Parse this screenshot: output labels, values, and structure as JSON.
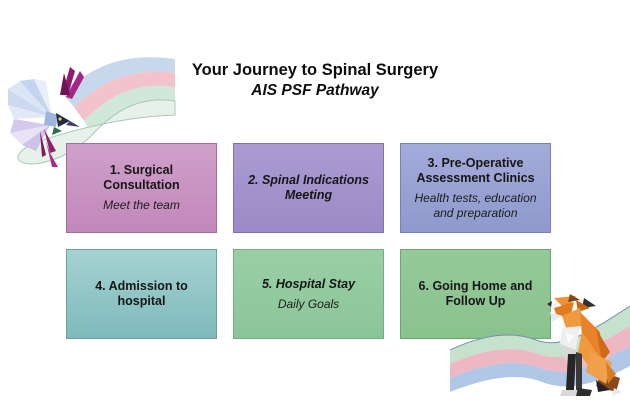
{
  "page": {
    "background": "#ffffff"
  },
  "title": {
    "line1": "Your Journey to Spinal Surgery",
    "line2": "AIS PSF Pathway"
  },
  "boxes": [
    {
      "title": "1. Surgical Consultation",
      "subtitle": "Meet the team",
      "title_italic": false,
      "color_top": "#d0a0cb",
      "color_bottom": "#c287ba",
      "border": "#a06f9b"
    },
    {
      "title": "2. Spinal Indications Meeting",
      "subtitle": "",
      "title_italic": true,
      "color_top": "#aa9cd2",
      "color_bottom": "#9a8ac7",
      "border": "#8171b0"
    },
    {
      "title": "3. Pre-Operative Assessment Clinics",
      "subtitle": "Health tests, education and preparation",
      "title_italic": false,
      "color_top": "#a3abd9",
      "color_bottom": "#8f99cd",
      "border": "#7680ba"
    },
    {
      "title": "4. Admission to hospital",
      "subtitle": "",
      "title_italic": false,
      "color_top": "#a5d3d1",
      "color_bottom": "#7fb9bb",
      "border": "#6ba0a4"
    },
    {
      "title": "5. Hospital Stay",
      "subtitle": "Daily Goals",
      "title_italic": true,
      "color_top": "#9bcfa5",
      "color_bottom": "#8ac598",
      "border": "#72ad83"
    },
    {
      "title": "6. Going Home and Follow Up",
      "subtitle": "",
      "title_italic": false,
      "color_top": "#95c999",
      "color_bottom": "#8ac28e",
      "border": "#6fa573"
    }
  ],
  "decorations": {
    "top_left": "hummingbird-with-pastel-ribbon",
    "bottom_right": "fox-with-pastel-ribbon",
    "ribbon_colors": [
      "#c7d7ec",
      "#f3c3cc",
      "#cfe8d7"
    ]
  }
}
